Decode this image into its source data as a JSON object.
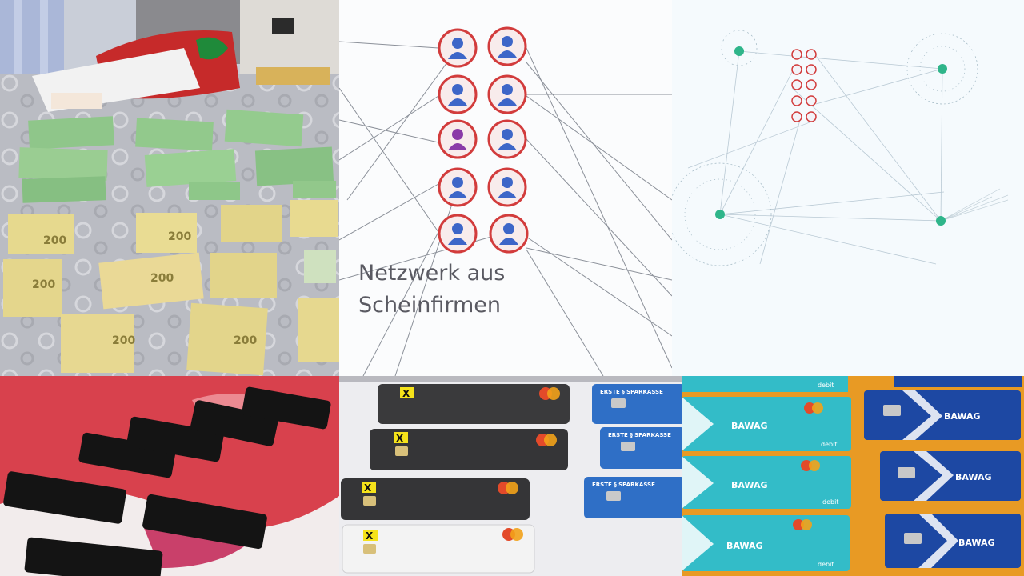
{
  "network": {
    "caption_line1": "Netzwerk aus",
    "caption_line2": "Scheinfirmen"
  },
  "banknote_denomination": "200",
  "raiffeisen_card": {
    "brand_mark": "X",
    "network": "mastercard"
  },
  "erste_card": {
    "brand": "ERSTE § SPARKASSE"
  },
  "bawag_card": {
    "brand": "BAWAG",
    "type_label": "debit"
  },
  "colors": {
    "erste_blue": "#2f6fc6",
    "bawag_teal": "#33bcc8",
    "bawag_navy": "#1d48a3",
    "raiffeisen_yellow": "#f5e21a",
    "node_ring_red": "#d23c3c",
    "graph_hub_green": "#2fb58a"
  }
}
